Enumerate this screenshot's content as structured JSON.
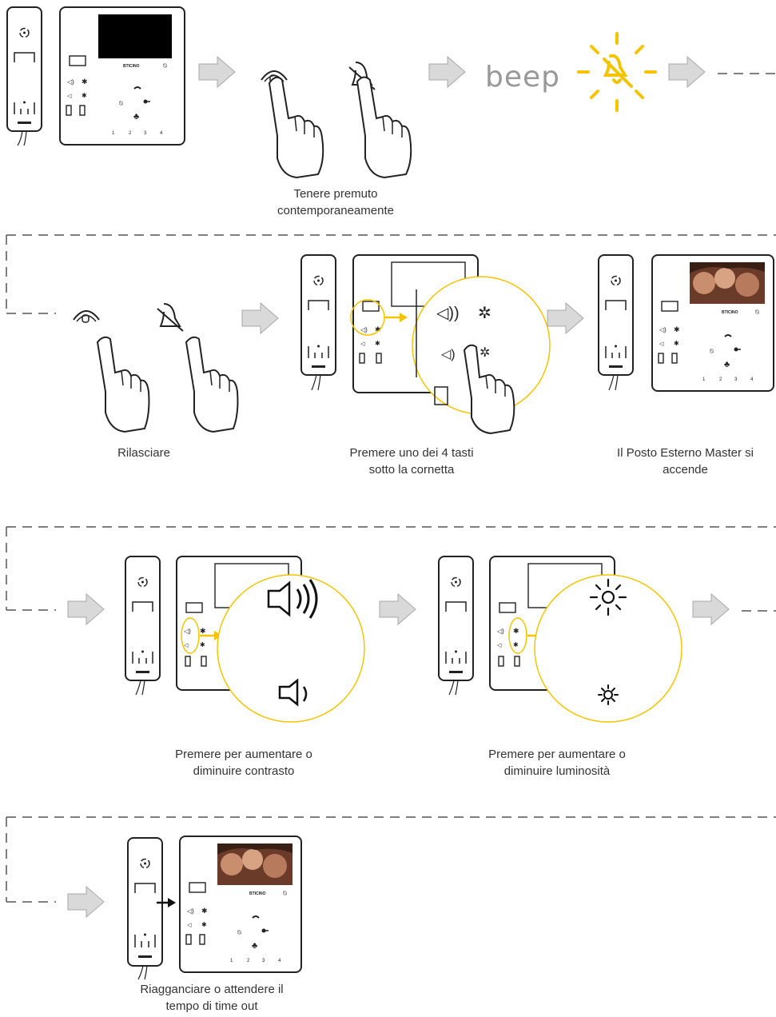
{
  "step1": {
    "caption": [
      "Tenere premuto",
      "contemporaneamente"
    ],
    "beep_label": "beep"
  },
  "step2": {
    "caption": [
      "Rilasciare"
    ]
  },
  "step3": {
    "caption": [
      "Premere uno dei 4 tasti",
      "sotto la cornetta"
    ]
  },
  "step4": {
    "caption": [
      "Il Posto Esterno Master si",
      "accende"
    ]
  },
  "step5": {
    "caption": [
      "Premere per aumentare o",
      "diminuire contrasto"
    ]
  },
  "step6": {
    "caption": [
      "Premere per aumentare o",
      "diminuire luminosità"
    ]
  },
  "step7": {
    "caption": [
      "Riagganciare o attendere il",
      "tempo di time out"
    ]
  },
  "colors": {
    "accent": "#f5c400",
    "arrow_fill": "#d9d9d9",
    "arrow_stroke": "#a8a8a8",
    "line": "#555555"
  }
}
